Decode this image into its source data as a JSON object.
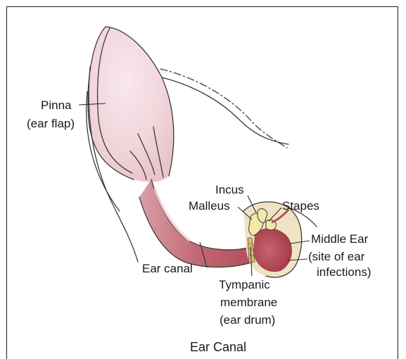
{
  "labels": {
    "pinna_line1": "Pinna",
    "pinna_line2": "(ear flap)",
    "incus": "Incus",
    "malleus": "Malleus",
    "stapes": "Stapes",
    "middle_ear_line1": "Middle Ear",
    "middle_ear_line2": "(site of ear",
    "middle_ear_line3": "infections)",
    "ear_canal": "Ear canal",
    "tympanic_line1": "Tympanic",
    "tympanic_line2": "membrane",
    "tympanic_line3": "(ear drum)"
  },
  "caption": "Ear Canal",
  "colors": {
    "pinna_fill": "#f3dde2",
    "canal_fill": "#b8555f",
    "canal_highlight": "#d98f98",
    "middle_ear_fill": "#a8404e",
    "bone_fill": "#efe3c4",
    "ossicle_fill": "#f4e7a8"
  }
}
